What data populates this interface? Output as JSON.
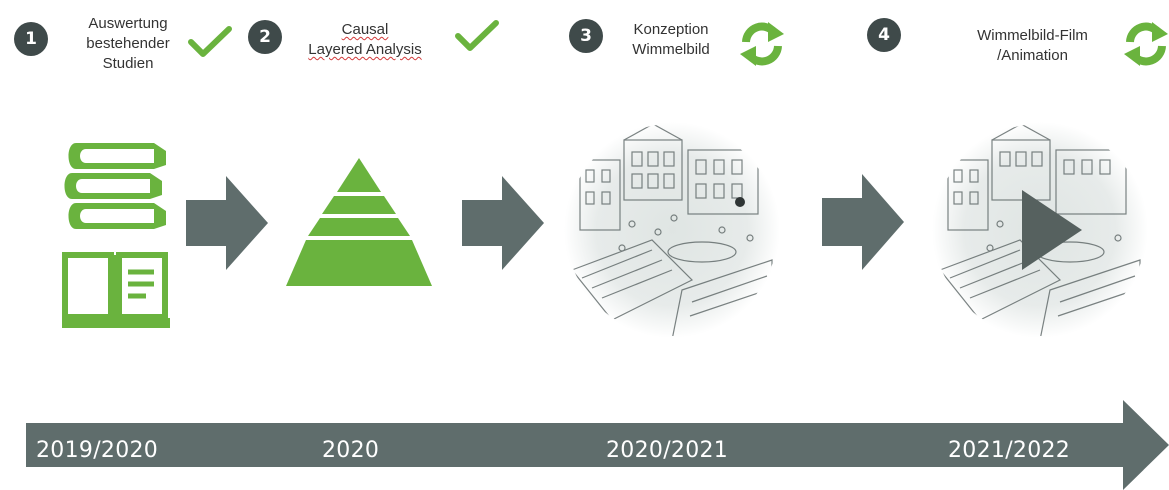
{
  "colors": {
    "accent_green": "#6ab33e",
    "arrow_gray": "#5f6d6c",
    "badge_dark": "#3f4a4a"
  },
  "steps": [
    {
      "number": "1",
      "label_lines": [
        "Auswertung",
        "bestehender",
        "Studien"
      ],
      "status_icon": "check-icon"
    },
    {
      "number": "2",
      "label_lines": [
        "Causal",
        "Layered Analysis"
      ],
      "status_icon": "check-icon"
    },
    {
      "number": "3",
      "label_lines": [
        "Konzeption",
        "Wimmelbild"
      ],
      "status_icon": "refresh-icon"
    },
    {
      "number": "4",
      "label_lines": [
        "Wimmelbild-Film",
        "/Animation"
      ],
      "status_icon": "refresh-icon"
    }
  ],
  "phase_icons": [
    "books-icon",
    "open-book-icon",
    "pyramid-icon",
    "wimmelbild-image",
    "wimmelbild-video-image"
  ],
  "timeline": {
    "years": [
      "2019/2020",
      "2020",
      "2020/2021",
      "2021/2022"
    ]
  }
}
